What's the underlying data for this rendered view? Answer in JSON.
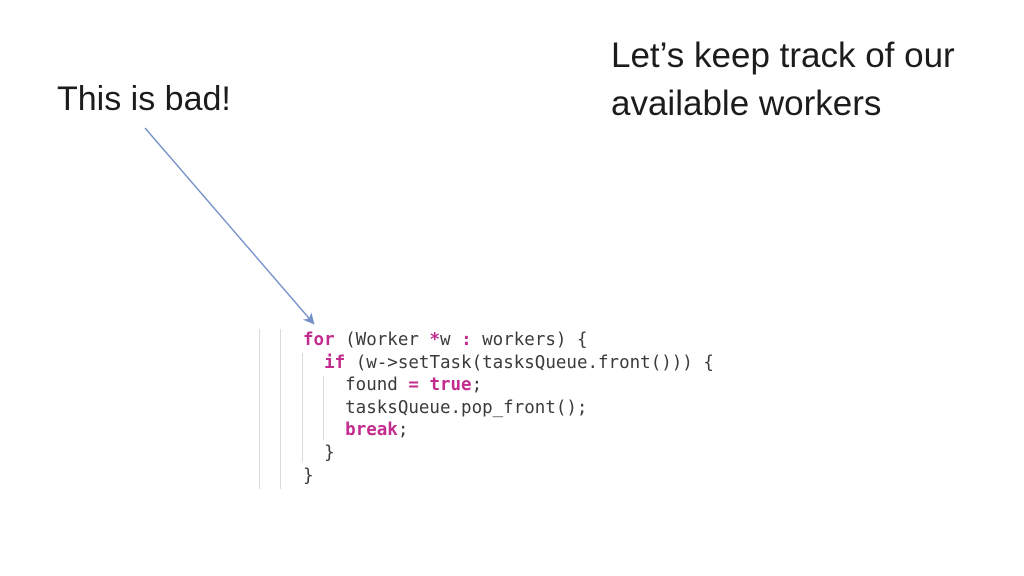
{
  "slide": {
    "callout": "This is bad!",
    "title_line1": "Let’s keep track of our",
    "title_line2": "available workers"
  },
  "code": {
    "language": "cpp",
    "lines": [
      {
        "tokens": [
          {
            "text": "for",
            "type": "keyword"
          },
          {
            "text": " (Worker ",
            "type": "plain"
          },
          {
            "text": "*",
            "type": "keyword"
          },
          {
            "text": "w ",
            "type": "plain"
          },
          {
            "text": ":",
            "type": "keyword"
          },
          {
            "text": " workers) {",
            "type": "plain"
          }
        ]
      },
      {
        "tokens": [
          {
            "text": "  ",
            "type": "plain"
          },
          {
            "text": "if",
            "type": "keyword"
          },
          {
            "text": " (w->setTask(tasksQueue.front())) {",
            "type": "plain"
          }
        ]
      },
      {
        "tokens": [
          {
            "text": "    found ",
            "type": "plain"
          },
          {
            "text": "=",
            "type": "keyword"
          },
          {
            "text": " ",
            "type": "plain"
          },
          {
            "text": "true",
            "type": "keyword"
          },
          {
            "text": ";",
            "type": "plain"
          }
        ]
      },
      {
        "tokens": [
          {
            "text": "    tasksQueue.pop_front();",
            "type": "plain"
          }
        ]
      },
      {
        "tokens": [
          {
            "text": "    ",
            "type": "plain"
          },
          {
            "text": "break",
            "type": "keyword"
          },
          {
            "text": ";",
            "type": "plain"
          }
        ]
      },
      {
        "tokens": [
          {
            "text": "  }",
            "type": "plain"
          }
        ]
      },
      {
        "tokens": [
          {
            "text": "}",
            "type": "plain"
          }
        ]
      }
    ]
  },
  "colors": {
    "heading": "#1c1c1c",
    "code_text": "#3b3b3b",
    "keyword": "#c32b8e",
    "indent_guide": "#dadada",
    "arrow": "#7390c8",
    "background": "#ffffff"
  }
}
